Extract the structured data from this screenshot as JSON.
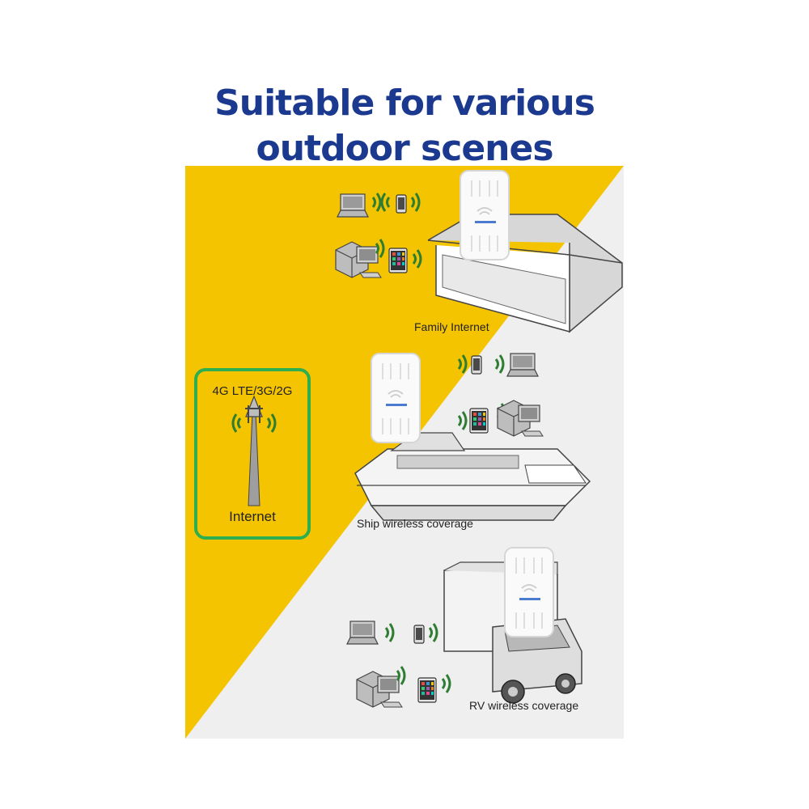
{
  "headline": {
    "line1": "Suitable for various",
    "line2": "outdoor scenes",
    "color": "#1b3a8f"
  },
  "colors": {
    "yellow": "#f5c400",
    "panel_gray": "#efefef",
    "wave_green": "#2e7d32",
    "frame_green": "#2fae4e"
  },
  "tower": {
    "network_label": "4G LTE/3G/2G",
    "internet_label": "Internet"
  },
  "scenes": [
    {
      "label": "Family Internet",
      "icon": "house-icon"
    },
    {
      "label": "Ship wireless coverage",
      "icon": "yacht-icon"
    },
    {
      "label": "RV wireless coverage",
      "icon": "rv-truck-icon"
    }
  ]
}
